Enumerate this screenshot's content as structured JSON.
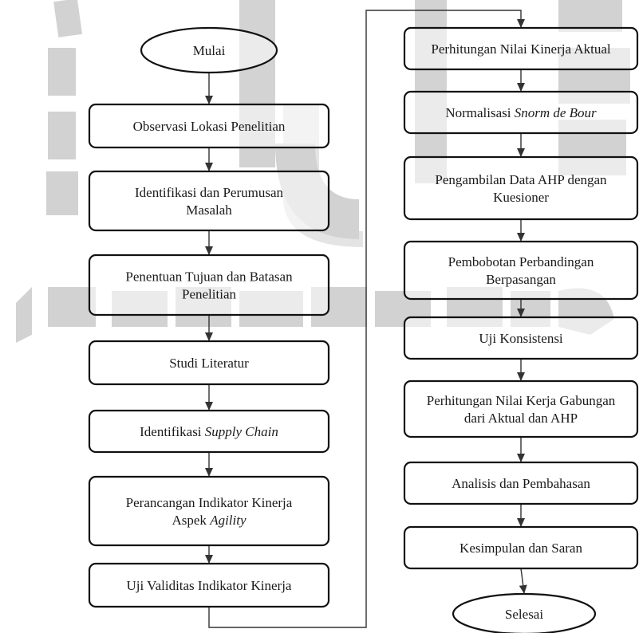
{
  "diagram": {
    "type": "flowchart",
    "left_column": [
      {
        "id": "mulai",
        "shape": "terminal",
        "lines": [
          [
            {
              "t": "Mulai"
            }
          ]
        ]
      },
      {
        "id": "observasi",
        "shape": "process",
        "lines": [
          [
            {
              "t": "Observasi Lokasi Penelitian"
            }
          ]
        ]
      },
      {
        "id": "identifikasi-masalah",
        "shape": "process",
        "lines": [
          [
            {
              "t": "Identifikasi dan Perumusan"
            }
          ],
          [
            {
              "t": "Masalah"
            }
          ]
        ]
      },
      {
        "id": "penentuan-tujuan",
        "shape": "process",
        "lines": [
          [
            {
              "t": "Penentuan Tujuan dan Batasan"
            }
          ],
          [
            {
              "t": "Penelitian"
            }
          ]
        ]
      },
      {
        "id": "studi-literatur",
        "shape": "process",
        "lines": [
          [
            {
              "t": "Studi Literatur"
            }
          ]
        ]
      },
      {
        "id": "identifikasi-supply-chain",
        "shape": "process",
        "lines": [
          [
            {
              "t": "Identifikasi "
            },
            {
              "t": "Supply Chain",
              "i": true
            }
          ]
        ]
      },
      {
        "id": "perancangan-indikator",
        "shape": "process",
        "lines": [
          [
            {
              "t": "Perancangan Indikator Kinerja"
            }
          ],
          [
            {
              "t": "Aspek "
            },
            {
              "t": "Agility",
              "i": true
            }
          ]
        ]
      },
      {
        "id": "uji-validitas",
        "shape": "process",
        "lines": [
          [
            {
              "t": "Uji Validitas Indikator Kinerja"
            }
          ]
        ]
      }
    ],
    "right_column": [
      {
        "id": "perhitungan-aktual",
        "shape": "process",
        "lines": [
          [
            {
              "t": "Perhitungan Nilai Kinerja Aktual"
            }
          ]
        ]
      },
      {
        "id": "normalisasi",
        "shape": "process",
        "lines": [
          [
            {
              "t": "Normalisasi "
            },
            {
              "t": "Snorm de Bour",
              "i": true
            }
          ]
        ]
      },
      {
        "id": "pengambilan-ahp",
        "shape": "process",
        "lines": [
          [
            {
              "t": "Pengambilan Data AHP dengan"
            }
          ],
          [
            {
              "t": "Kuesioner"
            }
          ]
        ]
      },
      {
        "id": "pembobotan",
        "shape": "process",
        "lines": [
          [
            {
              "t": "Pembobotan Perbandingan"
            }
          ],
          [
            {
              "t": "Berpasangan"
            }
          ]
        ]
      },
      {
        "id": "uji-konsistensi",
        "shape": "process",
        "lines": [
          [
            {
              "t": "Uji Konsistensi"
            }
          ]
        ]
      },
      {
        "id": "perhitungan-gabungan",
        "shape": "process",
        "lines": [
          [
            {
              "t": "Perhitungan Nilai Kerja Gabungan"
            }
          ],
          [
            {
              "t": "dari Aktual dan AHP"
            }
          ]
        ]
      },
      {
        "id": "analisis",
        "shape": "process",
        "lines": [
          [
            {
              "t": "Analisis dan Pembahasan"
            }
          ]
        ]
      },
      {
        "id": "kesimpulan",
        "shape": "process",
        "lines": [
          [
            {
              "t": "Kesimpulan dan Saran"
            }
          ]
        ]
      },
      {
        "id": "selesai",
        "shape": "terminal",
        "lines": [
          [
            {
              "t": "Selesai"
            }
          ]
        ]
      }
    ],
    "column_connector": {
      "from": "uji-validitas",
      "to": "perhitungan-aktual"
    },
    "colors": {
      "stroke": "#111111",
      "arrow": "#333333",
      "text": "#1a1a1a",
      "watermark": "#c8c8c8"
    }
  }
}
